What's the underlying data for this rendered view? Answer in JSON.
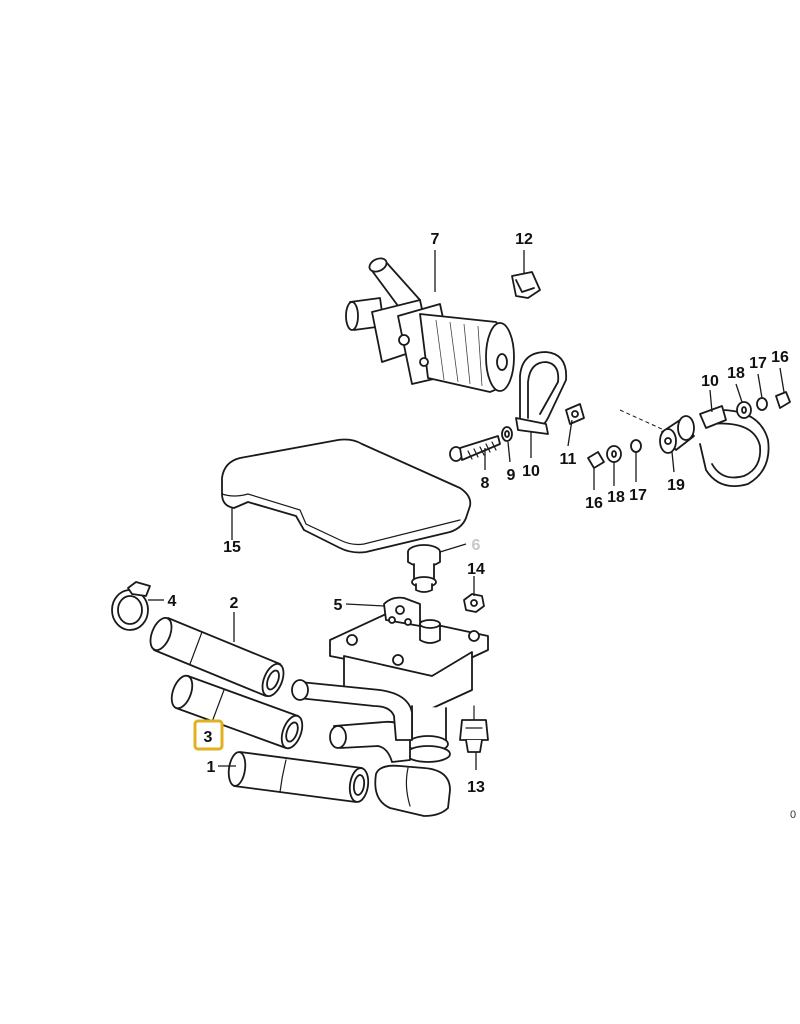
{
  "labels": {
    "l1": "1",
    "l2": "2",
    "l3": "3",
    "l4": "4",
    "l5": "5",
    "l6": "6",
    "l7": "7",
    "l8": "8",
    "l9": "9",
    "l10a": "10",
    "l10b": "10",
    "l11": "11",
    "l12": "12",
    "l13": "13",
    "l14": "14",
    "l15": "15",
    "l16a": "16",
    "l16b": "16",
    "l17a": "17",
    "l17b": "17",
    "l18a": "18",
    "l18b": "18",
    "l19": "19"
  },
  "diagram_code": "0",
  "highlight": {
    "label": "3",
    "color": "#e0b020"
  }
}
